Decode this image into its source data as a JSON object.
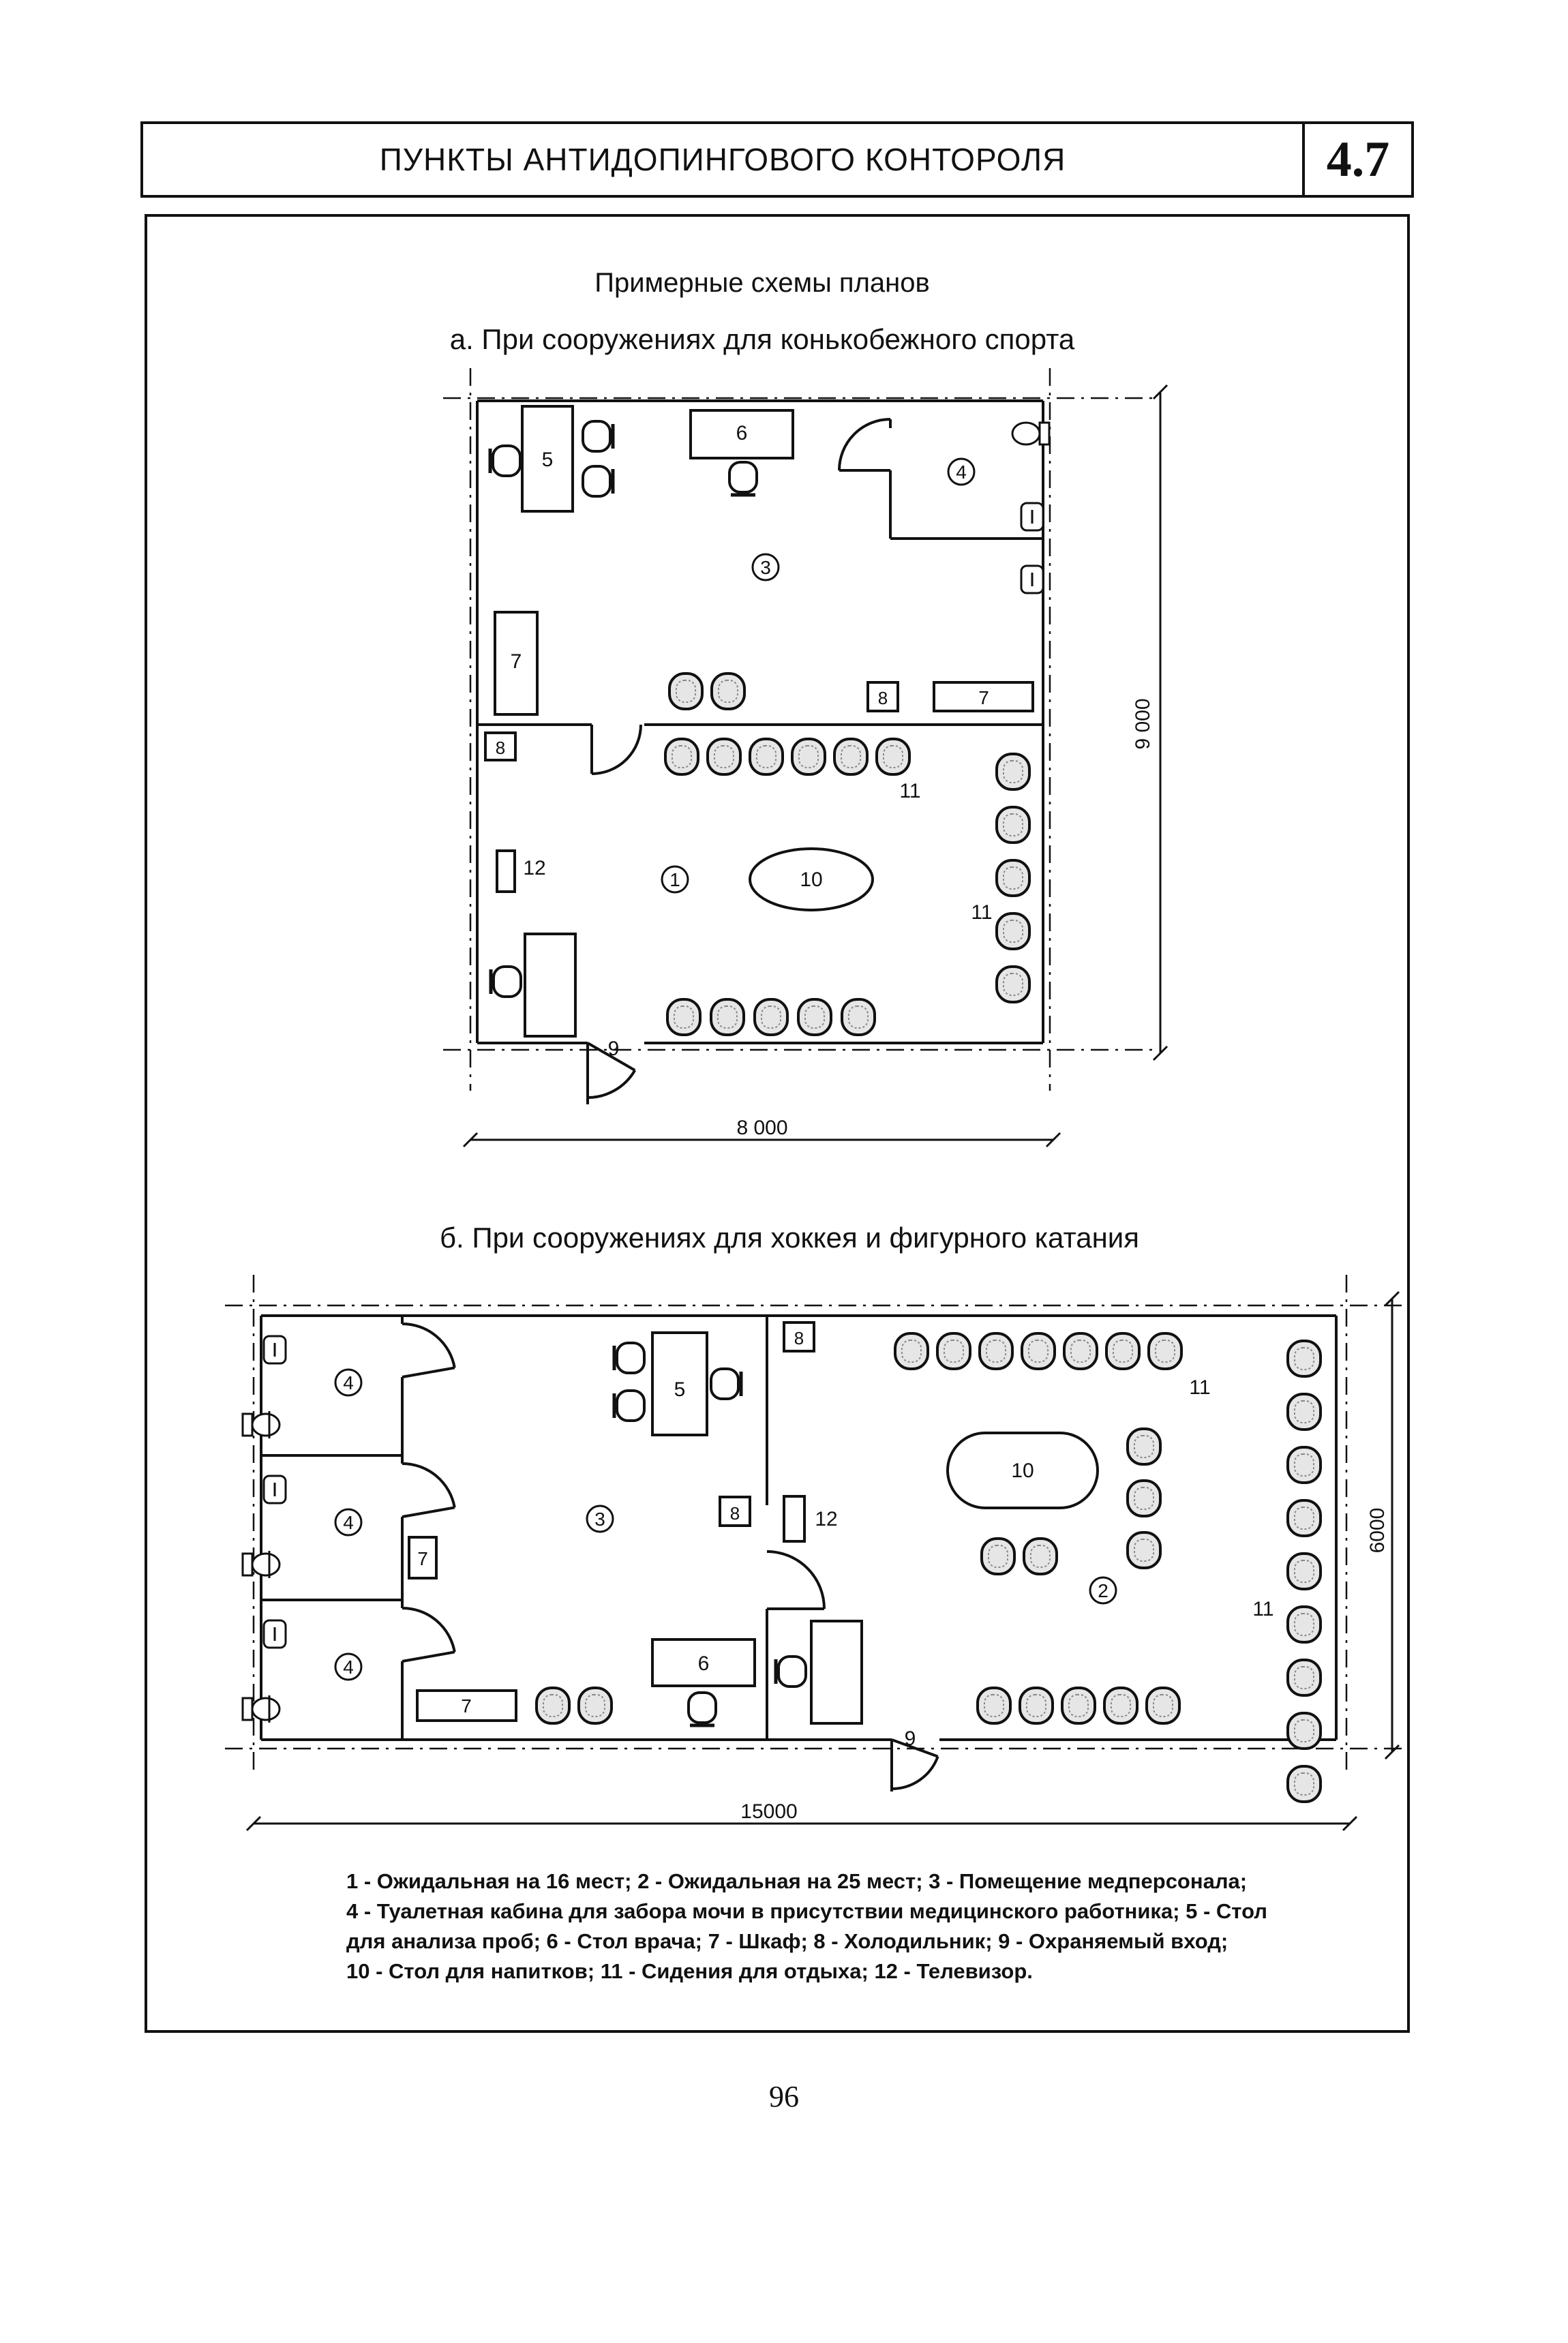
{
  "header": {
    "title": "ПУНКТЫ АНТИДОПИНГОВОГО КОНТОРОЛЯ",
    "section_number": "4.7"
  },
  "content": {
    "heading": "Примерные схемы планов",
    "plan_a": {
      "title": "а. При сооружениях для конькобежного спорта",
      "dimension_width": "8 000",
      "dimension_height": "9 000",
      "room_labels": [
        "1",
        "3",
        "4"
      ],
      "item_labels": {
        "table_samples": "5",
        "doctor_table": "6",
        "cabinet": "7",
        "fridge": "8",
        "entrance": "9",
        "drinks_table": "10",
        "seats": "11",
        "tv": "12"
      }
    },
    "plan_b": {
      "title": "б. При сооружениях для хоккея и фигурного катания",
      "dimension_width": "15000",
      "dimension_height": "6000",
      "room_labels": [
        "2",
        "3",
        "4"
      ],
      "item_labels": {
        "table_samples": "5",
        "doctor_table": "6",
        "cabinet": "7",
        "fridge": "8",
        "entrance": "9",
        "drinks_table": "10",
        "seats": "11",
        "tv": "12"
      }
    },
    "legend_lines": [
      "1 - Ожидальная на 16 мест; 2 - Ожидальная на 25 мест; 3 - Помещение медперсонала;",
      "4 - Туалетная кабина для забора мочи в присутствии медицинского работника; 5 - Стол",
      "для анализа проб; 6 - Стол врача; 7 - Шкаф; 8 - Холодильник; 9 - Охраняемый вход;",
      "10 - Стол для напитков; 11 - Сидения для отдыха; 12 - Телевизор."
    ]
  },
  "page_number": "96"
}
